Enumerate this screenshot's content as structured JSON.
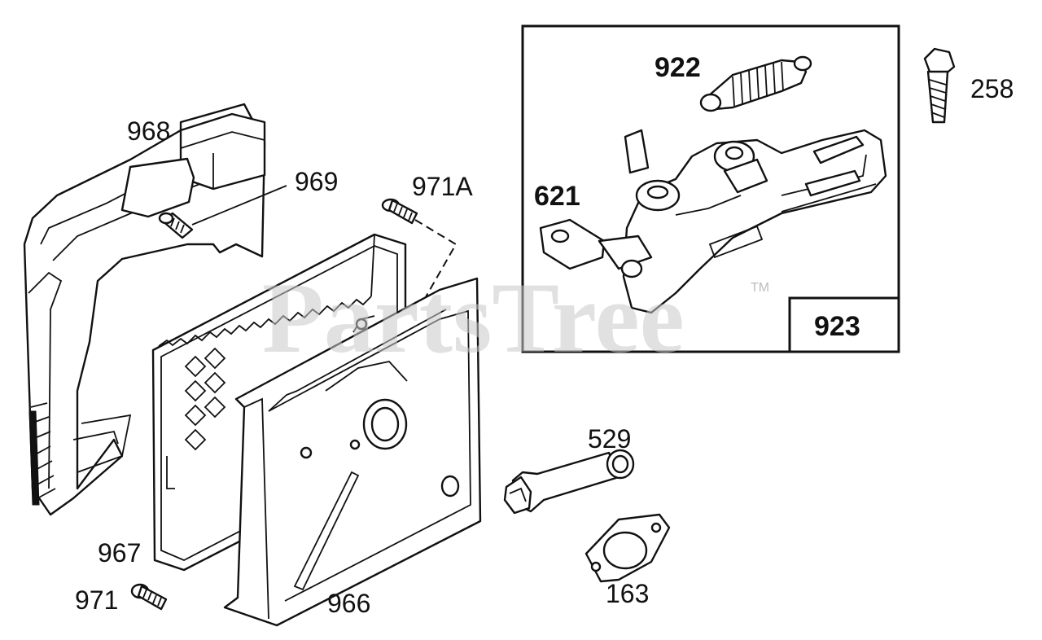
{
  "watermark": "PartsTree",
  "trademark": "TM",
  "labels": {
    "p968": "968",
    "p969": "969",
    "p971a": "971A",
    "p922": "922",
    "p621": "621",
    "p923": "923",
    "p258": "258",
    "p529": "529",
    "p967": "967",
    "p971": "971",
    "p966": "966",
    "p163": "163"
  }
}
